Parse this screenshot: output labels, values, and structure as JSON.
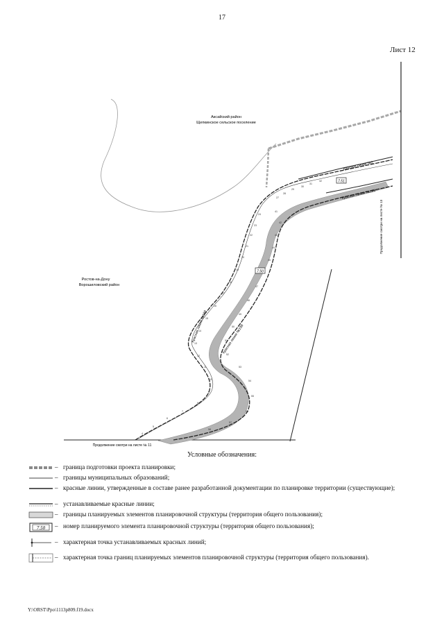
{
  "page_number": "17",
  "sheet_label": "Лист 12",
  "map": {
    "label_aksay_district": "Аксайский район",
    "label_shchepkinskoe": "Щепкинское сельское поселение",
    "label_rostov": "Ростов-на-Дону",
    "label_voroshilovsky": "Ворошиловский район",
    "label_red_line_2": "Красная линия №2",
    "label_red_line_199_top": "Красная линия №199",
    "label_continuation_13": "Продолжение смотри на листе № 13",
    "label_red_line_198_left": "Красная линия №198",
    "label_red_line_199_left": "Красная линия №199",
    "label_continuation_11": "Продолжение смотри на листе № 11",
    "element_number_a": "7.50",
    "element_number_b": "7.51",
    "colors": {
      "boundary_gray": "#a8a8a8",
      "zone_fill": "#b4b4b4",
      "line_dark": "#222222"
    }
  },
  "legend": {
    "title": "Условные обозначения:",
    "items": [
      {
        "icon": "planning-boundary-symbol",
        "text": "граница подготовки проекта планировки;"
      },
      {
        "icon": "municipal-boundary-symbol",
        "text": "границы муниципальных образований;"
      },
      {
        "icon": "existing-red-line-symbol",
        "text": "красные линии, утвержденные в составе ранее разработанной документации по планировке территории (существующие);"
      },
      {
        "icon": "new-red-line-symbol",
        "text": "устанавливаемые красные линии;"
      },
      {
        "icon": "public-area-boundary-symbol",
        "text": "границы планируемых элементов планировочной структуры (территория общего пользования);"
      },
      {
        "icon": "element-number-symbol",
        "symbol_text": "7.50",
        "text": "номер планируемого элемента планировочной структуры (территория общего пользования);"
      },
      {
        "icon": "red-line-point-symbol",
        "text": "характерная точка устанавливаемых красных линий;"
      },
      {
        "icon": "boundary-point-symbol",
        "text": "характерная точка границ планируемых элементов планировочной структуры (территория общего пользования)."
      }
    ]
  },
  "footer_path": "Y:\\ORST\\Ppo\\1113p809.f19.docx"
}
